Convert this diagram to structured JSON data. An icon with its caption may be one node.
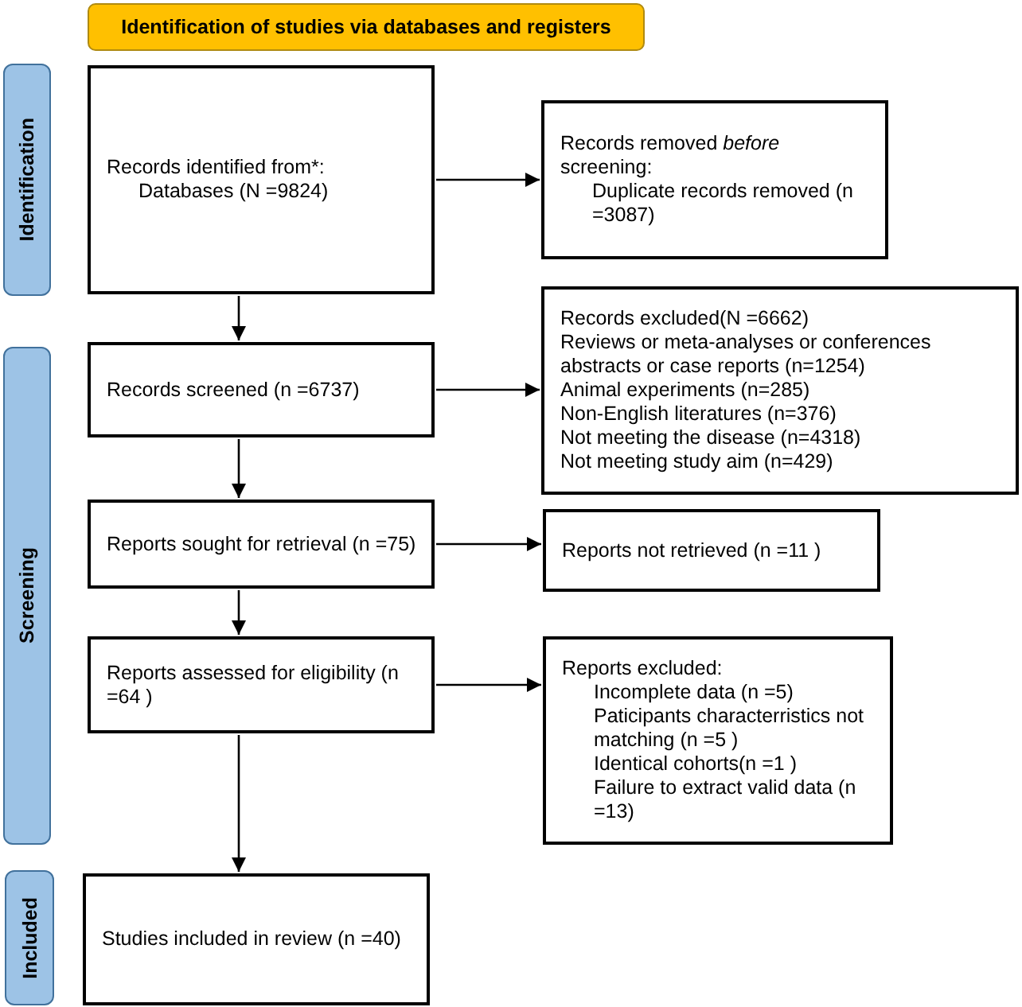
{
  "diagram": {
    "nodes": [
      {
        "text": [
          "Identification of studies via databases and registers"
        ]
      },
      {
        "text": [
          "Identification"
        ]
      },
      {
        "text": [
          "Screening"
        ]
      },
      {
        "text": [
          "Included"
        ]
      },
      {
        "text": [
          "Records identified from*:",
          "Databases (N =9824)"
        ]
      },
      {
        "text": [
          "Records removed *before* screening:",
          "Duplicate records removed (n =3087)"
        ]
      },
      {
        "text": [
          "Records screened (n =6737)"
        ]
      },
      {
        "text": [
          "Records excluded(N =6662)",
          "Reviews or meta-analyses or conferences abstracts or case reports (n=1254)",
          "Animal experiments (n=285)",
          "Non-English literatures (n=376)",
          "Not meeting the disease (n=4318)",
          "Not meeting study aim (n=429)"
        ]
      },
      {
        "text": [
          "Reports sought for retrieval (n =75)"
        ]
      },
      {
        "text": [
          "Reports not retrieved (n =11 )"
        ]
      },
      {
        "text": [
          "Reports assessed for eligibility (n =64 )"
        ]
      },
      {
        "text": [
          "Reports excluded:",
          "Incomplete data (n =5)",
          "Paticipants characterristics not matching (n =5 )",
          "Identical cohorts(n =1 )",
          "Failure to extract valid data (n =13)"
        ]
      },
      {
        "text": [
          "Studies included in review (n =40)"
        ]
      }
    ],
    "edges": [
      {
        "from": 4,
        "to": 5,
        "arrow": "to"
      },
      {
        "from": 4,
        "to": 6,
        "arrow": "to"
      },
      {
        "from": 6,
        "to": 7,
        "arrow": "to"
      },
      {
        "from": 6,
        "to": 8,
        "arrow": "to"
      },
      {
        "from": 8,
        "to": 9,
        "arrow": "to"
      },
      {
        "from": 8,
        "to": 10,
        "arrow": "to"
      },
      {
        "from": 10,
        "to": 11,
        "arrow": "to"
      },
      {
        "from": 10,
        "to": 12,
        "arrow": "to"
      }
    ]
  }
}
